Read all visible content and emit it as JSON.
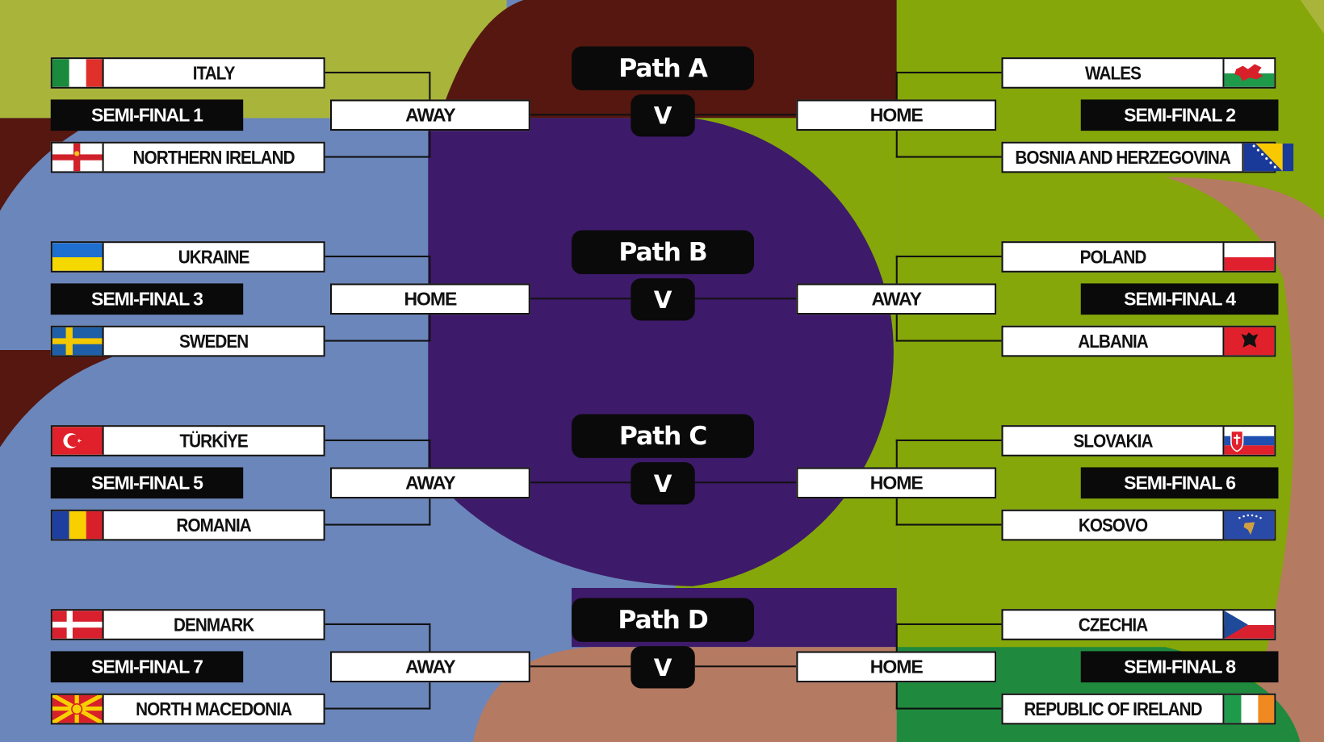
{
  "colors": {
    "olive": "#a9b53a",
    "maroon": "#55170f",
    "blue": "#6b86bb",
    "purple": "#3e1a6a",
    "green": "#85a70a",
    "salmon": "#b57a62",
    "darkgreen": "#1f8a3e"
  },
  "paths": [
    {
      "label": "Path A",
      "v": "V",
      "left": {
        "team1": {
          "name": "ITALY",
          "flag": "italy"
        },
        "semi": "SEMI-FINAL 1",
        "team2": {
          "name": "NORTHERN IRELAND",
          "flag": "northern-ireland"
        },
        "venue": "AWAY"
      },
      "right": {
        "team1": {
          "name": "WALES",
          "flag": "wales"
        },
        "semi": "SEMI-FINAL 2",
        "team2": {
          "name": "BOSNIA AND HERZEGOVINA",
          "flag": "bosnia"
        },
        "venue": "HOME"
      }
    },
    {
      "label": "Path B",
      "v": "V",
      "left": {
        "team1": {
          "name": "UKRAINE",
          "flag": "ukraine"
        },
        "semi": "SEMI-FINAL 3",
        "team2": {
          "name": "SWEDEN",
          "flag": "sweden"
        },
        "venue": "HOME"
      },
      "right": {
        "team1": {
          "name": "POLAND",
          "flag": "poland"
        },
        "semi": "SEMI-FINAL 4",
        "team2": {
          "name": "ALBANIA",
          "flag": "albania"
        },
        "venue": "AWAY"
      }
    },
    {
      "label": "Path C",
      "v": "V",
      "left": {
        "team1": {
          "name": "TÜRKİYE",
          "flag": "turkiye"
        },
        "semi": "SEMI-FINAL 5",
        "team2": {
          "name": "ROMANIA",
          "flag": "romania"
        },
        "venue": "AWAY"
      },
      "right": {
        "team1": {
          "name": "SLOVAKIA",
          "flag": "slovakia"
        },
        "semi": "SEMI-FINAL 6",
        "team2": {
          "name": "KOSOVO",
          "flag": "kosovo"
        },
        "venue": "HOME"
      }
    },
    {
      "label": "Path D",
      "v": "V",
      "left": {
        "team1": {
          "name": "DENMARK",
          "flag": "denmark"
        },
        "semi": "SEMI-FINAL 7",
        "team2": {
          "name": "NORTH MACEDONIA",
          "flag": "north-macedonia"
        },
        "venue": "AWAY"
      },
      "right": {
        "team1": {
          "name": "CZECHIA",
          "flag": "czechia"
        },
        "semi": "SEMI-FINAL 8",
        "team2": {
          "name": "REPUBLIC OF IRELAND",
          "flag": "ireland"
        },
        "venue": "HOME"
      }
    }
  ]
}
